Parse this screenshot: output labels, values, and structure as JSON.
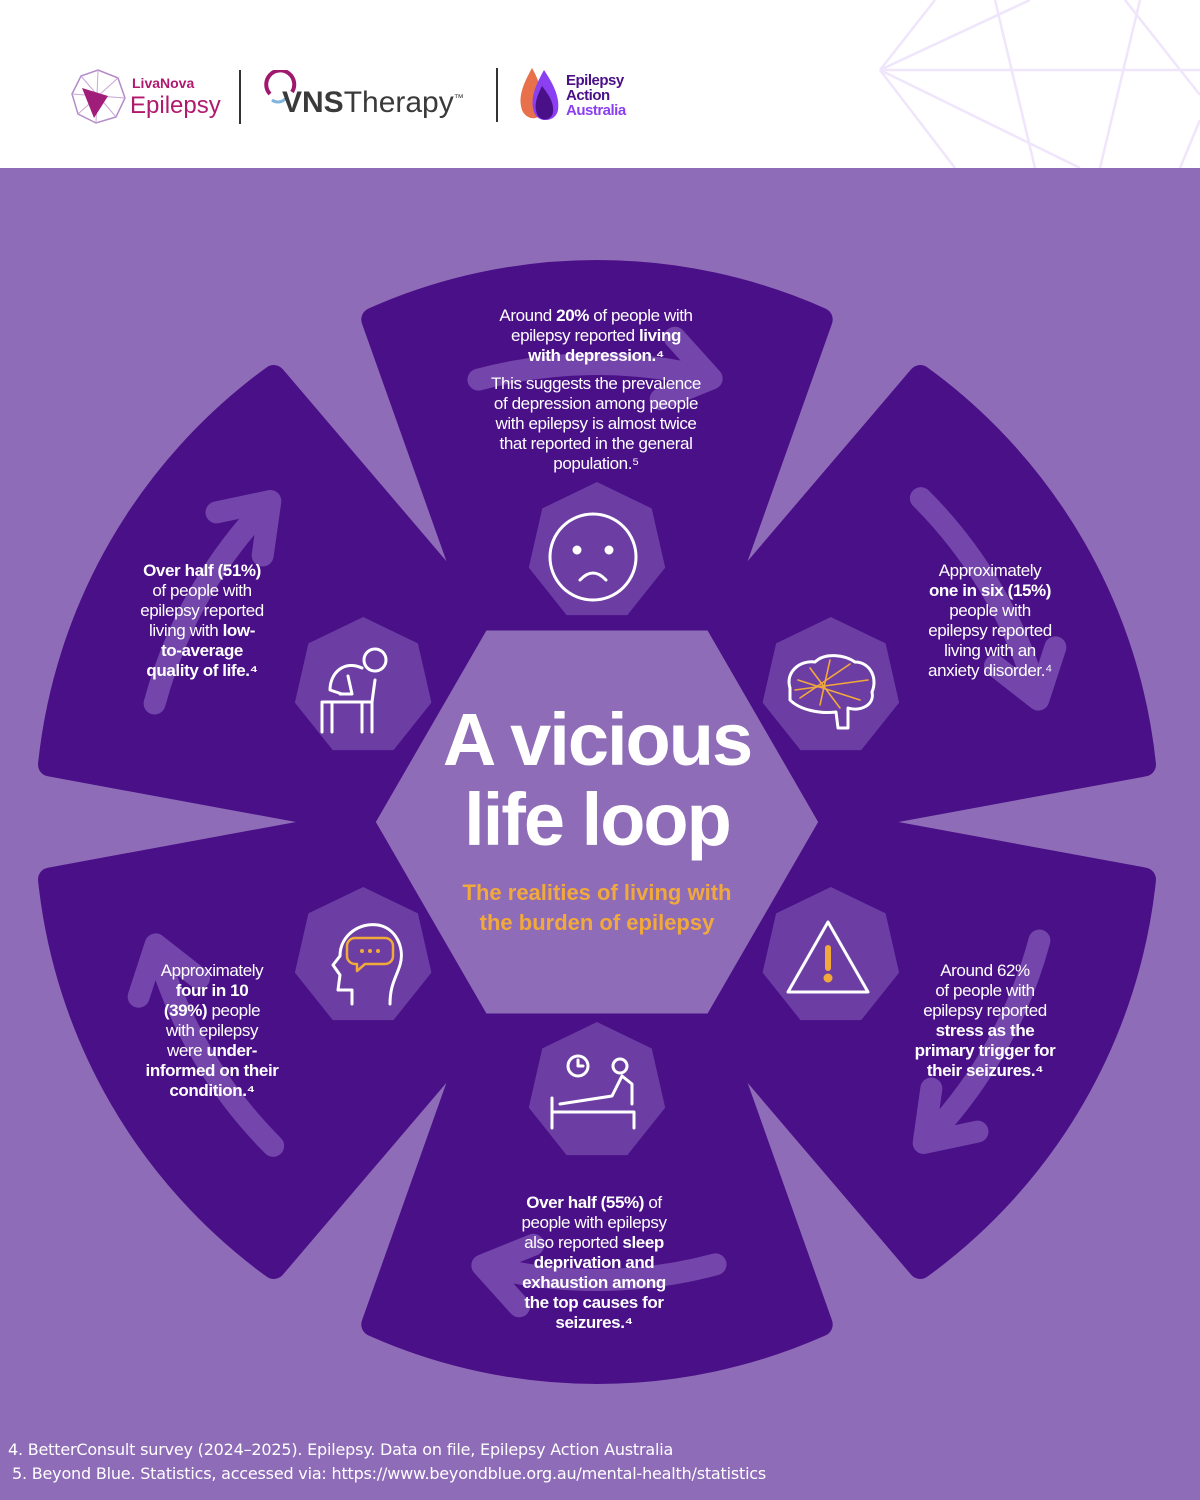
{
  "header": {
    "livanova": {
      "brand": "LivaNova",
      "sub": "Epilepsy"
    },
    "vns": {
      "brand": "VNS",
      "rest": "Therapy",
      "tm": "™"
    },
    "eaa": {
      "line1": "Epilepsy",
      "line2": "Action",
      "line3": "Australia"
    }
  },
  "colors": {
    "background": "#8f6cb8",
    "segment": "#4a1087",
    "heptagon": "#6c3ea3",
    "arrow": "#7446ab",
    "accent": "#f2a93b"
  },
  "title": {
    "line1": "A vicious",
    "line2": "life loop"
  },
  "subtitle": {
    "line1": "The realities of living with",
    "line2": "the burden of epilepsy"
  },
  "segments": [
    {
      "id": "depression",
      "icon": "sad-face-icon",
      "lines": [
        [
          {
            "t": "Around "
          },
          {
            "t": "20%",
            "b": true
          },
          {
            "t": " of people with"
          }
        ],
        [
          {
            "t": "epilepsy reported "
          },
          {
            "t": "living",
            "b": true
          }
        ],
        [
          {
            "t": "with depression.⁴",
            "b": true
          }
        ],
        [],
        [
          {
            "t": "This suggests the prevalence"
          }
        ],
        [
          {
            "t": "of depression among people"
          }
        ],
        [
          {
            "t": "with epilepsy is almost twice"
          }
        ],
        [
          {
            "t": "that reported in the general"
          }
        ],
        [
          {
            "t": "population.⁵"
          }
        ]
      ]
    },
    {
      "id": "anxiety",
      "icon": "brain-icon",
      "lines": [
        [
          {
            "t": "Approximately"
          }
        ],
        [
          {
            "t": "one in six (15%)",
            "b": true
          }
        ],
        [
          {
            "t": "people with"
          }
        ],
        [
          {
            "t": "epilepsy reported"
          }
        ],
        [
          {
            "t": "living with an"
          }
        ],
        [
          {
            "t": "anxiety disorder.⁴"
          }
        ]
      ]
    },
    {
      "id": "stress",
      "icon": "warning-icon",
      "lines": [
        [
          {
            "t": "Around 62%"
          }
        ],
        [
          {
            "t": "of people with"
          }
        ],
        [
          {
            "t": "epilepsy reported"
          }
        ],
        [
          {
            "t": "stress as the",
            "b": true
          }
        ],
        [
          {
            "t": "primary trigger for",
            "b": true
          }
        ],
        [
          {
            "t": "their seizures.⁴",
            "b": true
          }
        ]
      ]
    },
    {
      "id": "sleep",
      "icon": "bed-clock-icon",
      "lines": [
        [
          {
            "t": "Over half (55%)",
            "b": true
          },
          {
            "t": " of"
          }
        ],
        [
          {
            "t": "people with epilepsy"
          }
        ],
        [
          {
            "t": "also reported "
          },
          {
            "t": "sleep",
            "b": true
          }
        ],
        [
          {
            "t": "deprivation and",
            "b": true
          }
        ],
        [
          {
            "t": "exhaustion among",
            "b": true
          }
        ],
        [
          {
            "t": "the top causes for",
            "b": true
          }
        ],
        [
          {
            "t": "seizures.⁴",
            "b": true
          }
        ]
      ]
    },
    {
      "id": "underinformed",
      "icon": "head-speech-icon",
      "lines": [
        [
          {
            "t": "Approximately"
          }
        ],
        [
          {
            "t": "four in 10",
            "b": true
          }
        ],
        [
          {
            "t": "(39%)",
            "b": true
          },
          {
            "t": " people"
          }
        ],
        [
          {
            "t": "with epilepsy"
          }
        ],
        [
          {
            "t": "were "
          },
          {
            "t": "under-",
            "b": true
          }
        ],
        [
          {
            "t": "informed on their",
            "b": true
          }
        ],
        [
          {
            "t": "condition.⁴",
            "b": true
          }
        ]
      ]
    },
    {
      "id": "quality",
      "icon": "distressed-person-icon",
      "lines": [
        [
          {
            "t": "Over half (51%)",
            "b": true
          }
        ],
        [
          {
            "t": "of people with"
          }
        ],
        [
          {
            "t": "epilepsy reported"
          }
        ],
        [
          {
            "t": "living with "
          },
          {
            "t": "low-",
            "b": true
          }
        ],
        [
          {
            "t": "to-average",
            "b": true
          }
        ],
        [
          {
            "t": "quality of life.⁴",
            "b": true
          }
        ]
      ]
    }
  ],
  "footnotes": [
    "4. BetterConsult survey (2024–2025). Epilepsy. Data on file, Epilepsy Action Australia",
    "5. Beyond Blue. Statistics, accessed via: https://www.beyondblue.org.au/mental-health/statistics"
  ]
}
